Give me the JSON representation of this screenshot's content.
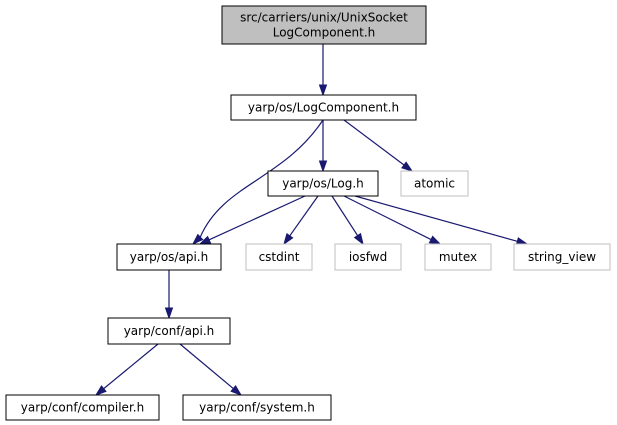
{
  "colors": {
    "root_fill": "#bfbfbf",
    "node_fill": "#ffffff",
    "node_stroke": "#000000",
    "external_stroke": "#bfbfbf",
    "edge": "#191970"
  },
  "nodes": [
    {
      "id": "root",
      "lines": [
        "src/carriers/unix/UnixSocket",
        "LogComponent.h"
      ],
      "kind": "root"
    },
    {
      "id": "logcomponent",
      "lines": [
        "yarp/os/LogComponent.h"
      ],
      "kind": "file"
    },
    {
      "id": "log",
      "lines": [
        "yarp/os/Log.h"
      ],
      "kind": "file"
    },
    {
      "id": "atomic",
      "lines": [
        "atomic"
      ],
      "kind": "external"
    },
    {
      "id": "os_api",
      "lines": [
        "yarp/os/api.h"
      ],
      "kind": "file"
    },
    {
      "id": "cstdint",
      "lines": [
        "cstdint"
      ],
      "kind": "external"
    },
    {
      "id": "iosfwd",
      "lines": [
        "iosfwd"
      ],
      "kind": "external"
    },
    {
      "id": "mutex",
      "lines": [
        "mutex"
      ],
      "kind": "external"
    },
    {
      "id": "string_view",
      "lines": [
        "string_view"
      ],
      "kind": "external"
    },
    {
      "id": "conf_api",
      "lines": [
        "yarp/conf/api.h"
      ],
      "kind": "file"
    },
    {
      "id": "compiler",
      "lines": [
        "yarp/conf/compiler.h"
      ],
      "kind": "file"
    },
    {
      "id": "system",
      "lines": [
        "yarp/conf/system.h"
      ],
      "kind": "file"
    }
  ],
  "edges": [
    {
      "from": "root",
      "to": "logcomponent"
    },
    {
      "from": "logcomponent",
      "to": "log"
    },
    {
      "from": "logcomponent",
      "to": "atomic"
    },
    {
      "from": "logcomponent",
      "to": "os_api"
    },
    {
      "from": "log",
      "to": "os_api"
    },
    {
      "from": "log",
      "to": "cstdint"
    },
    {
      "from": "log",
      "to": "iosfwd"
    },
    {
      "from": "log",
      "to": "mutex"
    },
    {
      "from": "log",
      "to": "string_view"
    },
    {
      "from": "os_api",
      "to": "conf_api"
    },
    {
      "from": "conf_api",
      "to": "compiler"
    },
    {
      "from": "conf_api",
      "to": "system"
    }
  ]
}
